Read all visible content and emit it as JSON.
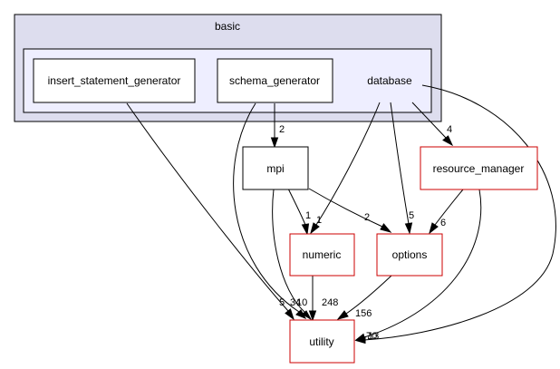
{
  "clusters": {
    "outer": {
      "label": "basic"
    },
    "inner": {
      "label": "database"
    }
  },
  "nodes": {
    "insert_statement_generator": {
      "label": "insert_statement_generator",
      "border": "#000000"
    },
    "schema_generator": {
      "label": "schema_generator",
      "border": "#000000"
    },
    "mpi": {
      "label": "mpi",
      "border": "#000000"
    },
    "resource_manager": {
      "label": "resource_manager",
      "border": "#cc0000"
    },
    "numeric": {
      "label": "numeric",
      "border": "#cc0000"
    },
    "options": {
      "label": "options",
      "border": "#cc0000"
    },
    "utility": {
      "label": "utility",
      "border": "#cc0000"
    }
  },
  "edge_labels": {
    "schema_to_mpi": "2",
    "database_to_resource": "4",
    "mpi_to_numeric": "1",
    "mpi_to_options": "2",
    "database_to_numeric": "1",
    "database_to_options": "5",
    "resource_to_options": "6",
    "insert_to_utility": "5",
    "mpi_to_utility": "34",
    "schema_to_utility": "10",
    "numeric_to_utility": "248",
    "options_to_utility": "156",
    "database_to_utility": "70",
    "resource_to_utility": "13"
  },
  "colors": {
    "cluster_outer_fill": "#ddddee",
    "cluster_inner_fill": "#eeeeff",
    "node_border_normal": "#000000",
    "node_border_incomplete": "#cc0000"
  }
}
